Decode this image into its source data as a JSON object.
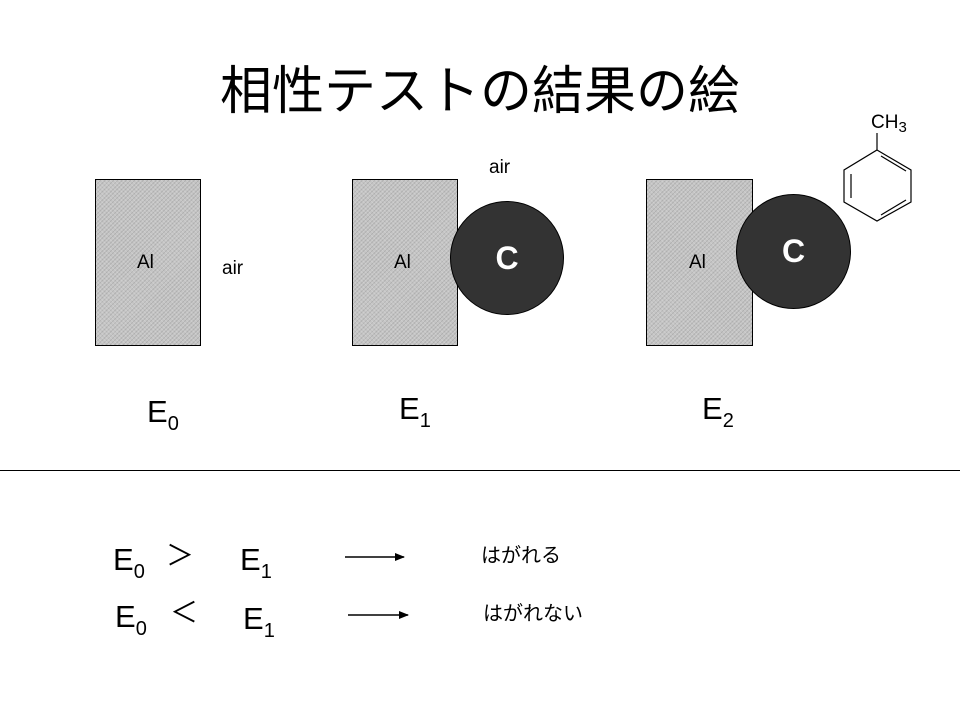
{
  "title": "相性テストの結果の絵",
  "panels": [
    {
      "al_label": "Al",
      "air_label": "air",
      "energy_base": "E",
      "energy_sub": "0"
    },
    {
      "al_label": "Al",
      "carbon_label": "C",
      "air_label": "air",
      "energy_base": "E",
      "energy_sub": "1"
    },
    {
      "al_label": "Al",
      "carbon_label": "C",
      "methyl_label": "CH",
      "methyl_sub": "3",
      "energy_base": "E",
      "energy_sub": "2"
    }
  ],
  "relations": [
    {
      "left_base": "E",
      "left_sub": "0",
      "operator": "＞",
      "right_base": "E",
      "right_sub": "1",
      "result": "はがれる"
    },
    {
      "left_base": "E",
      "left_sub": "0",
      "operator": "＜",
      "right_base": "E",
      "right_sub": "1",
      "result": "はがれない"
    }
  ]
}
